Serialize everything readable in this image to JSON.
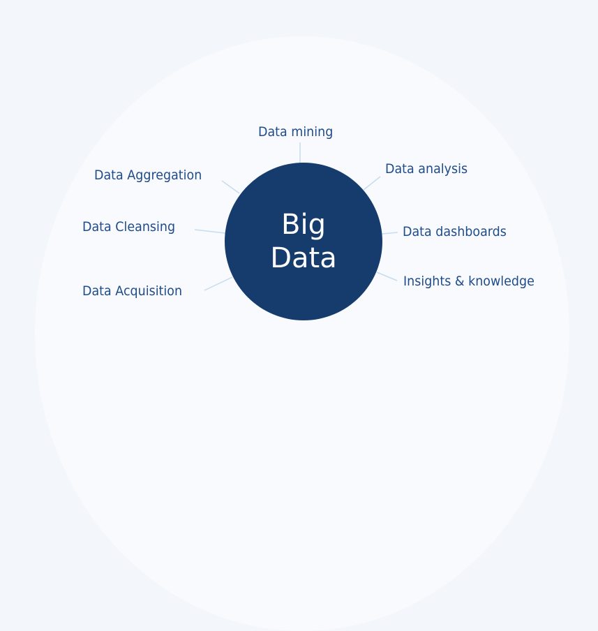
{
  "hub": {
    "line1": "Big",
    "line2": "Data",
    "color": "#163c6d"
  },
  "nodes": {
    "mining": "Data mining",
    "analysis": "Data analysis",
    "dashboards": "Data dashboards",
    "insights": "Insights & knowledge",
    "aggregation": "Data Aggregation",
    "cleansing": "Data Cleansing",
    "acquisition": "Data Acquisition"
  },
  "colors": {
    "label": "#1f4b8a",
    "connector": "#c6dcef",
    "background": "#f3f7fb",
    "arc": "#f8fafd"
  }
}
